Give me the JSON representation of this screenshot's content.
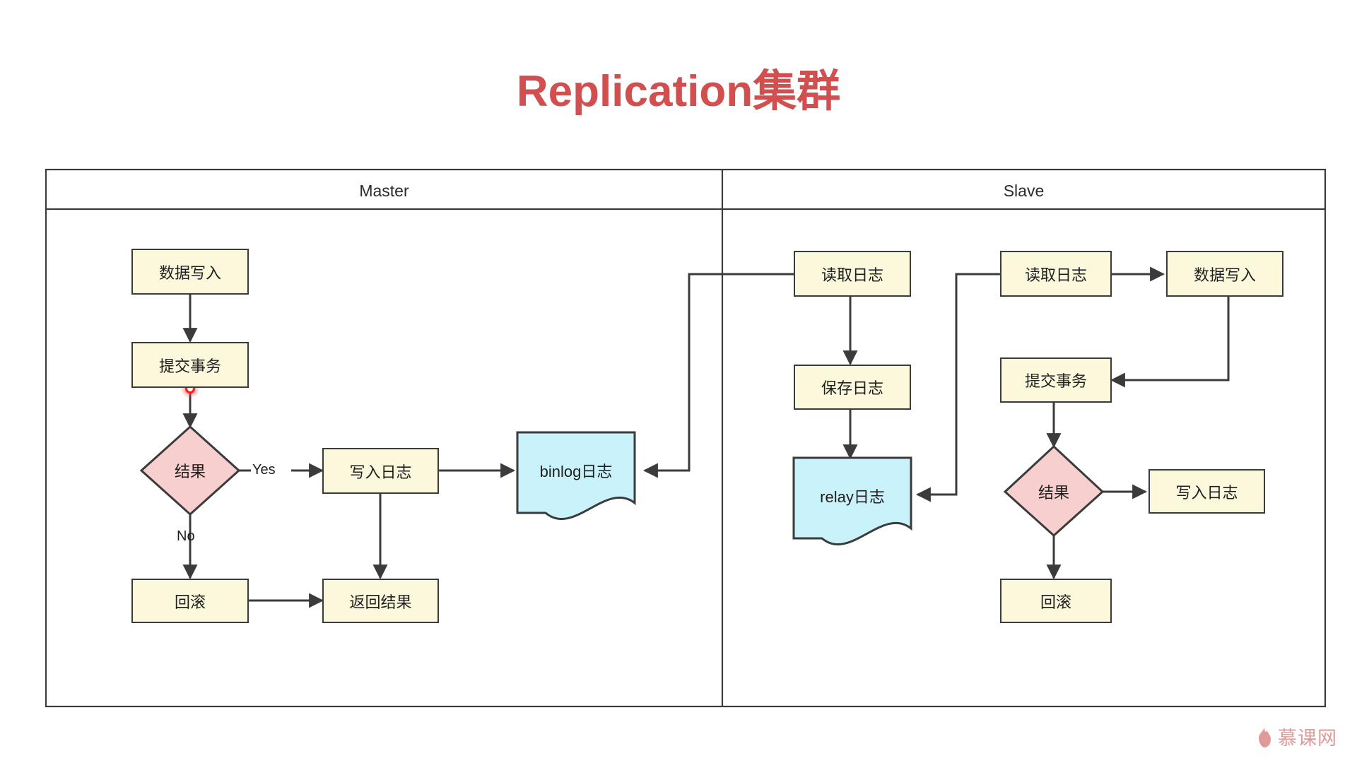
{
  "title": "Replication集群",
  "title_color": "#d14f4f",
  "lanes": [
    {
      "name": "master",
      "label": "Master"
    },
    {
      "name": "slave",
      "label": "Slave"
    }
  ],
  "colors": {
    "process_fill": "#fbf8dc",
    "decision_fill": "#f8cfcf",
    "document_fill": "#c9f2fa",
    "stroke": "#3b3b3b",
    "connector": "#3b3b3b",
    "endpoint_marker": "#ff2a2a",
    "watermark": "#e09a9a"
  },
  "master_nodes": {
    "data_write": "数据写入",
    "commit_transaction": "提交事务",
    "result_decision": "结果",
    "write_log": "写入日志",
    "binlog": "binlog日志",
    "rollback": "回滚",
    "return_result": "返回结果"
  },
  "master_edge_labels": {
    "yes": "Yes",
    "no": "No"
  },
  "slave_nodes": {
    "read_log_left": "读取日志",
    "save_log": "保存日志",
    "relay_log": "relay日志",
    "read_log_right": "读取日志",
    "data_write": "数据写入",
    "commit_transaction": "提交事务",
    "result_decision": "结果",
    "write_log": "写入日志",
    "rollback": "回滚"
  },
  "watermark": {
    "text": "慕课网",
    "icon": "flame-icon"
  }
}
